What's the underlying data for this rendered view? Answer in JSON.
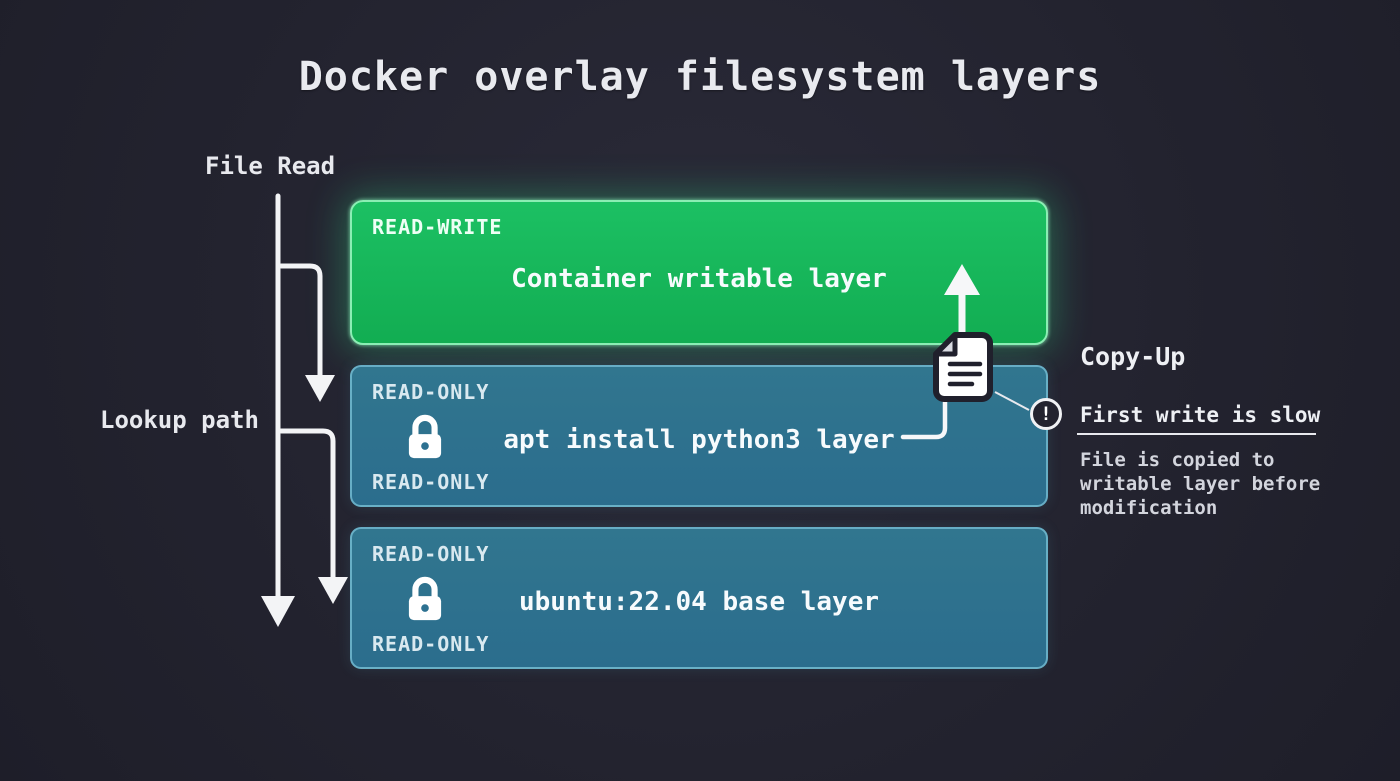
{
  "title": "Docker overlay filesystem layers",
  "left": {
    "file_read": "File Read",
    "lookup_path": "Lookup path"
  },
  "layers": [
    {
      "badge_top": "READ-WRITE",
      "name": "Container writable layer"
    },
    {
      "badge_top": "READ-ONLY",
      "badge_bottom": "READ-ONLY",
      "name": "apt install python3 layer"
    },
    {
      "badge_top": "READ-ONLY",
      "badge_bottom": "READ-ONLY",
      "name": "ubuntu:22.04 base layer"
    }
  ],
  "copy_up": {
    "label": "Copy-Up",
    "alert_glyph": "!",
    "headline": "First write is slow",
    "note": "File is copied to writable layer before modification"
  },
  "colors": {
    "background": "#23232f",
    "read_write_layer": "#17b457",
    "read_only_layer": "#2d7191",
    "arrow": "#f3f4f6",
    "glow": "#30e48a"
  }
}
